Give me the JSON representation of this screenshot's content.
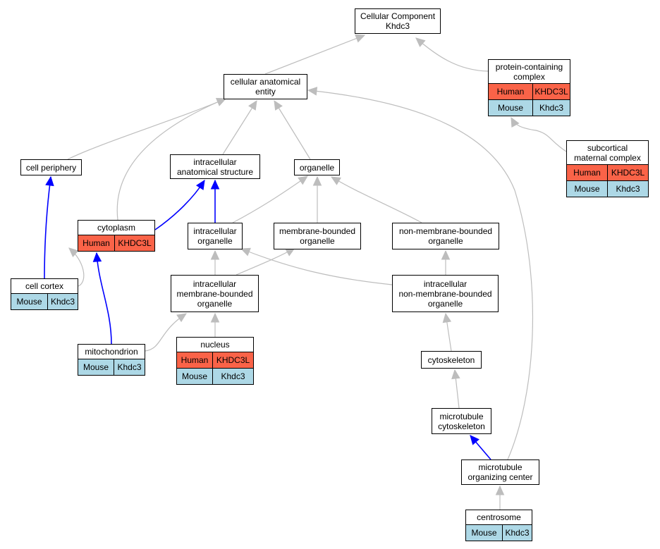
{
  "colors": {
    "human": "#fa6348",
    "mouse": "#add8e6",
    "is_a_edge": "#bdbdbd",
    "part_of_edge": "#0000ff"
  },
  "nodes": {
    "root": {
      "title": "Cellular Component\nKhdc3"
    },
    "protein_complex": {
      "title": "protein-containing\ncomplex",
      "rows": [
        {
          "species": "Human",
          "gene": "KHDC3L"
        },
        {
          "species": "Mouse",
          "gene": "Khdc3"
        }
      ]
    },
    "cellular_anatomical_entity": {
      "title": "cellular anatomical\nentity"
    },
    "scmc": {
      "title": "subcortical\nmaternal complex",
      "rows": [
        {
          "species": "Human",
          "gene": "KHDC3L"
        },
        {
          "species": "Mouse",
          "gene": "Khdc3"
        }
      ]
    },
    "cell_periphery": {
      "title": "cell periphery"
    },
    "intracellular_anatomical_structure": {
      "title": "intracellular\nanatomical structure"
    },
    "organelle": {
      "title": "organelle"
    },
    "cytoplasm": {
      "title": "cytoplasm",
      "rows": [
        {
          "species": "Human",
          "gene": "KHDC3L"
        }
      ]
    },
    "intracellular_organelle": {
      "title": "intracellular\norganelle"
    },
    "membrane_bounded_organelle": {
      "title": "membrane-bounded\norganelle"
    },
    "non_membrane_bounded_organelle": {
      "title": "non-membrane-bounded\norganelle"
    },
    "cell_cortex": {
      "title": "cell cortex",
      "rows": [
        {
          "species": "Mouse",
          "gene": "Khdc3"
        }
      ]
    },
    "intracellular_membrane_bounded_organelle": {
      "title": "intracellular\nmembrane-bounded\norganelle"
    },
    "intracellular_non_membrane_bounded_organelle": {
      "title": "intracellular\nnon-membrane-bounded\norganelle"
    },
    "mitochondrion": {
      "title": "mitochondrion",
      "rows": [
        {
          "species": "Mouse",
          "gene": "Khdc3"
        }
      ]
    },
    "nucleus": {
      "title": "nucleus",
      "rows": [
        {
          "species": "Human",
          "gene": "KHDC3L"
        },
        {
          "species": "Mouse",
          "gene": "Khdc3"
        }
      ]
    },
    "cytoskeleton": {
      "title": "cytoskeleton"
    },
    "microtubule_cytoskeleton": {
      "title": "microtubule\ncytoskeleton"
    },
    "mtoc": {
      "title": "microtubule\norganizing center"
    },
    "centrosome": {
      "title": "centrosome",
      "rows": [
        {
          "species": "Mouse",
          "gene": "Khdc3"
        }
      ]
    }
  },
  "edges": [
    {
      "from": "cellular_anatomical_entity",
      "to": "root",
      "kind": "is_a"
    },
    {
      "from": "protein_complex",
      "to": "root",
      "kind": "is_a"
    },
    {
      "from": "scmc",
      "to": "protein_complex",
      "kind": "is_a"
    },
    {
      "from": "cell_periphery",
      "to": "cellular_anatomical_entity",
      "kind": "is_a"
    },
    {
      "from": "cytoplasm",
      "to": "cellular_anatomical_entity",
      "kind": "is_a"
    },
    {
      "from": "intracellular_anatomical_structure",
      "to": "cellular_anatomical_entity",
      "kind": "is_a"
    },
    {
      "from": "organelle",
      "to": "cellular_anatomical_entity",
      "kind": "is_a"
    },
    {
      "from": "mtoc",
      "to": "cellular_anatomical_entity",
      "kind": "is_a"
    },
    {
      "from": "cell_cortex",
      "to": "cell_periphery",
      "kind": "part_of"
    },
    {
      "from": "cell_cortex",
      "to": "cytoplasm",
      "kind": "is_a"
    },
    {
      "from": "cytoplasm",
      "to": "intracellular_anatomical_structure",
      "kind": "part_of"
    },
    {
      "from": "intracellular_organelle",
      "to": "intracellular_anatomical_structure",
      "kind": "part_of"
    },
    {
      "from": "intracellular_organelle",
      "to": "organelle",
      "kind": "is_a"
    },
    {
      "from": "membrane_bounded_organelle",
      "to": "organelle",
      "kind": "is_a"
    },
    {
      "from": "non_membrane_bounded_organelle",
      "to": "organelle",
      "kind": "is_a"
    },
    {
      "from": "intracellular_membrane_bounded_organelle",
      "to": "intracellular_organelle",
      "kind": "is_a"
    },
    {
      "from": "intracellular_membrane_bounded_organelle",
      "to": "membrane_bounded_organelle",
      "kind": "is_a"
    },
    {
      "from": "intracellular_non_membrane_bounded_organelle",
      "to": "intracellular_organelle",
      "kind": "is_a"
    },
    {
      "from": "intracellular_non_membrane_bounded_organelle",
      "to": "non_membrane_bounded_organelle",
      "kind": "is_a"
    },
    {
      "from": "mitochondrion",
      "to": "cytoplasm",
      "kind": "part_of"
    },
    {
      "from": "mitochondrion",
      "to": "intracellular_membrane_bounded_organelle",
      "kind": "is_a"
    },
    {
      "from": "nucleus",
      "to": "intracellular_membrane_bounded_organelle",
      "kind": "is_a"
    },
    {
      "from": "cytoskeleton",
      "to": "intracellular_non_membrane_bounded_organelle",
      "kind": "is_a"
    },
    {
      "from": "microtubule_cytoskeleton",
      "to": "cytoskeleton",
      "kind": "is_a"
    },
    {
      "from": "mtoc",
      "to": "microtubule_cytoskeleton",
      "kind": "part_of"
    },
    {
      "from": "centrosome",
      "to": "mtoc",
      "kind": "is_a"
    }
  ]
}
